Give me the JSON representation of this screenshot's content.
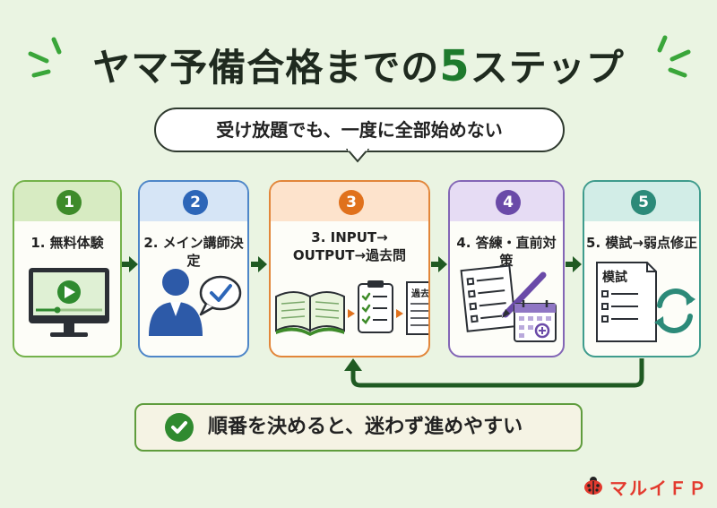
{
  "title": {
    "main": "ヤマ予備合格までの",
    "num": "5",
    "tail": "ステップ"
  },
  "subtitle": "受け放題でも、一度に全部始めない",
  "steps": [
    {
      "badge": "1",
      "label": "1. 無料体験",
      "color": "#3e8b2a"
    },
    {
      "badge": "2",
      "label": "2. メイン講師決定",
      "color": "#2d66b8"
    },
    {
      "badge": "3",
      "label_line1": "3. INPUT→",
      "label_line2": "OUTPUT→過去問",
      "doc_label": "過去問",
      "color": "#e0711c"
    },
    {
      "badge": "4",
      "label": "4. 答練・直前対策",
      "color": "#6a4aa8"
    },
    {
      "badge": "5",
      "label": "5. 模試→弱点修正",
      "doc_label": "模試",
      "color": "#2c8a79"
    }
  ],
  "summary": "順番を決めると、迷わず進めやすい",
  "brand": "マルイＦＰ",
  "colors": {
    "background": "#eaf4e2",
    "arrow": "#1f5a22",
    "brand": "#e33a2e"
  }
}
